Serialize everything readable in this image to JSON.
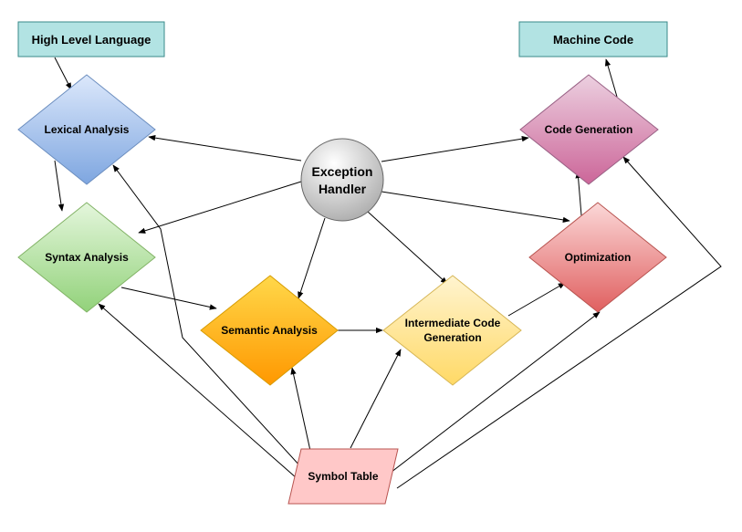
{
  "nodes": {
    "high_level_language": {
      "label": "High Level Language"
    },
    "machine_code": {
      "label": "Machine Code"
    },
    "lexical_analysis": {
      "label": "Lexical Analysis"
    },
    "syntax_analysis": {
      "label": "Syntax Analysis"
    },
    "semantic_analysis": {
      "label": "Semantic Analysis"
    },
    "intermediate_code": {
      "line1": "Intermediate Code",
      "line2": "Generation"
    },
    "optimization": {
      "label": "Optimization"
    },
    "code_generation": {
      "label": "Code Generation"
    },
    "exception_handler": {
      "line1": "Exception",
      "line2": "Handler"
    },
    "symbol_table": {
      "label": "Symbol Table"
    }
  },
  "colors": {
    "box_fill": "#b2e3e3",
    "box_stroke": "#3a8a8a",
    "lexical": "#90b4e8",
    "syntax": "#a6dd90",
    "semantic": "#ffb400",
    "intermediate": "#ffe9a6",
    "optimization": "#ec8282",
    "code_generation": "#d888b4",
    "exception": "#d4d4d4",
    "symbol_table": "#ffc8c8"
  }
}
